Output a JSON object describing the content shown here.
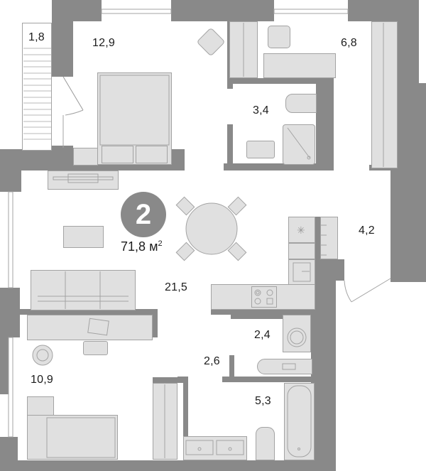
{
  "plan": {
    "room_count": "2",
    "total_area": "71,8",
    "area_unit": "м",
    "area_unit_exp": "2",
    "colors": {
      "wall": "#898989",
      "furniture": "#e0e0e0",
      "outline": "#a3a3a3",
      "text": "#1c1c1c"
    },
    "rooms": [
      {
        "id": "balcony",
        "area": "1,8"
      },
      {
        "id": "bedroom",
        "area": "12,9"
      },
      {
        "id": "wardrobe",
        "area": "6,8"
      },
      {
        "id": "bathroom-small",
        "area": "3,4"
      },
      {
        "id": "hallway",
        "area": "4,2"
      },
      {
        "id": "living-kitchen",
        "area": "21,5"
      },
      {
        "id": "laundry",
        "area": "2,4"
      },
      {
        "id": "corridor",
        "area": "2,6"
      },
      {
        "id": "kids-room",
        "area": "10,9"
      },
      {
        "id": "bathroom-large",
        "area": "5,3"
      }
    ]
  }
}
